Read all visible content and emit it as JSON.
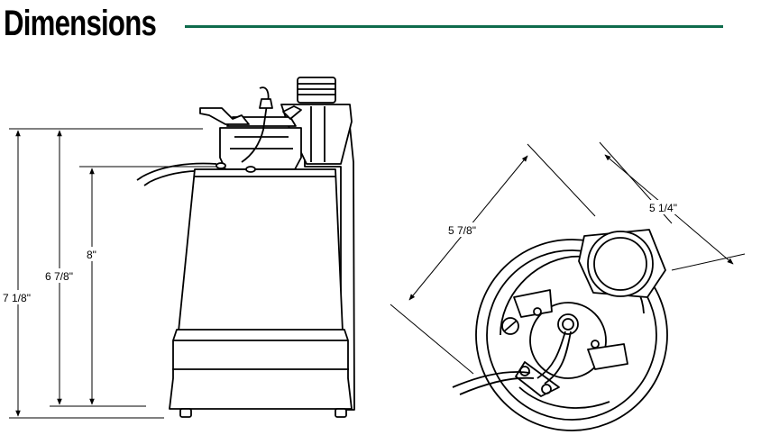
{
  "header": {
    "title": "Dimensions",
    "accent_color": "#0f6b4c"
  },
  "side_view": {
    "dimensions": [
      {
        "name": "overall-height",
        "label": "7 1/8\""
      },
      {
        "name": "outlet-height",
        "label": "6 7/8\""
      },
      {
        "name": "body-height",
        "label": "8\""
      }
    ]
  },
  "bottom_view": {
    "dimensions": [
      {
        "name": "length",
        "label": "5 7/8\""
      },
      {
        "name": "width",
        "label": "5 1/4\""
      }
    ]
  }
}
